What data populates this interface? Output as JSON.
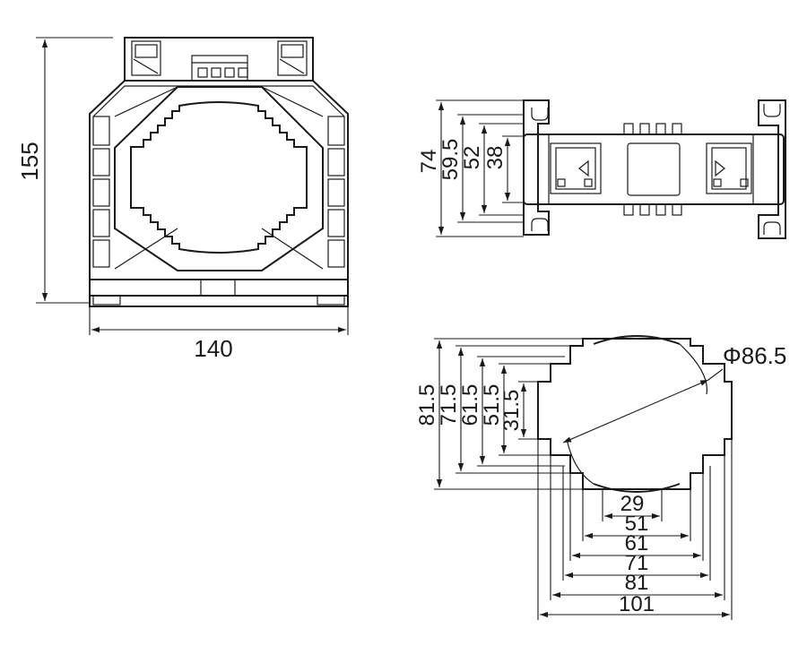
{
  "front_view": {
    "height_label": "155",
    "width_label": "140"
  },
  "side_view": {
    "dim_labels": [
      "74",
      "59.5",
      "52",
      "38"
    ]
  },
  "window_view": {
    "diameter_label": "Φ86.5",
    "vertical_labels": [
      "81.5",
      "71.5",
      "61.5",
      "51.5",
      "31.5"
    ],
    "horizontal_labels": [
      "29",
      "51",
      "61",
      "71",
      "81",
      "101"
    ]
  }
}
